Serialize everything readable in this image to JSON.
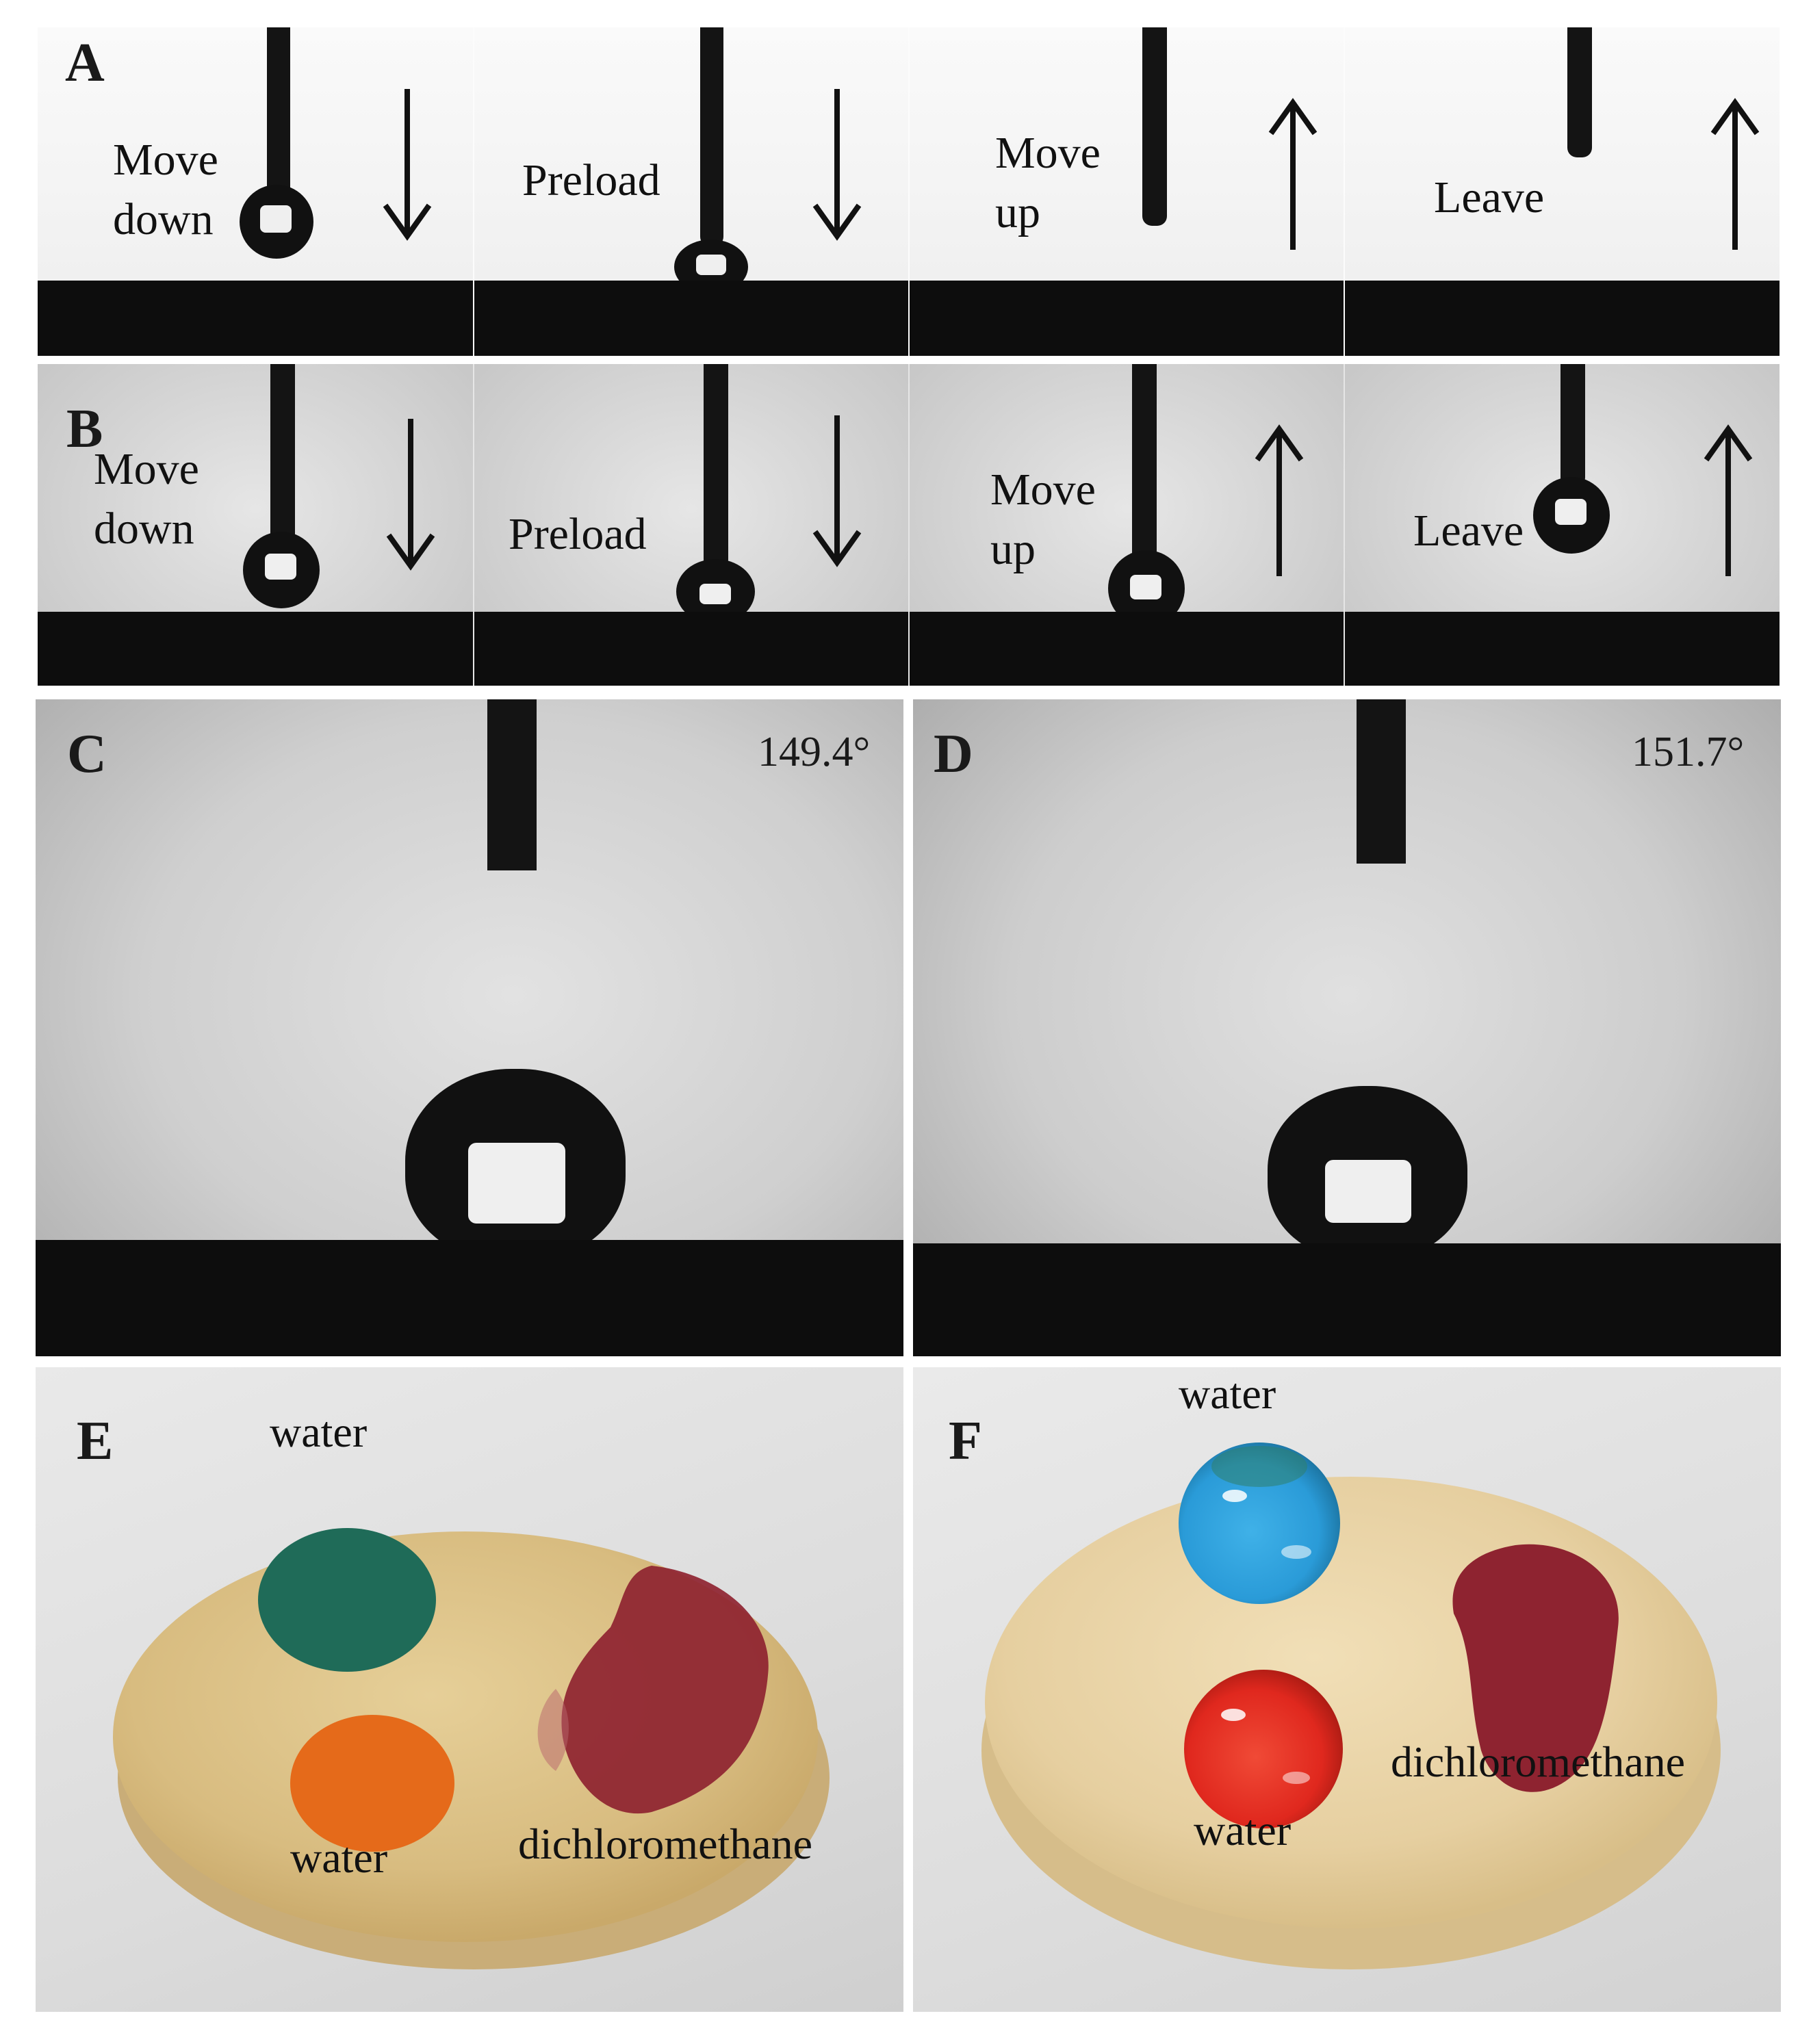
{
  "panels": {
    "A": {
      "letter": "A",
      "frames": [
        {
          "caption_line1": "Move",
          "caption_line2": "down",
          "arrow": "down"
        },
        {
          "caption_line1": "Preload",
          "caption_line2": "",
          "arrow": "down"
        },
        {
          "caption_line1": "Move",
          "caption_line2": "up",
          "arrow": "up"
        },
        {
          "caption_line1": "Leave",
          "caption_line2": "",
          "arrow": "up"
        }
      ]
    },
    "B": {
      "letter": "B",
      "frames": [
        {
          "caption_line1": "Move",
          "caption_line2": "down",
          "arrow": "down"
        },
        {
          "caption_line1": "Preload",
          "caption_line2": "",
          "arrow": "down"
        },
        {
          "caption_line1": "Move",
          "caption_line2": "up",
          "arrow": "up"
        },
        {
          "caption_line1": "Leave",
          "caption_line2": "",
          "arrow": "up"
        }
      ]
    },
    "C": {
      "letter": "C",
      "contact_angle": "149.4°"
    },
    "D": {
      "letter": "D",
      "contact_angle": "151.7°"
    },
    "E": {
      "letter": "E",
      "labels": {
        "water_top": "water",
        "water_bottom": "water",
        "dcm": "dichloromethane"
      }
    },
    "F": {
      "letter": "F",
      "labels": {
        "water_top": "water",
        "water_bottom": "water",
        "dcm": "dichloromethane"
      }
    }
  },
  "colors": {
    "background": "#ffffff",
    "ground": "#0d0d0d",
    "disc": "#dcc38f",
    "green_spot": "#1f6b58",
    "orange_spot": "#e56a1a",
    "red_stain": "#8e2330",
    "blue_drop": "#2a9bd8",
    "red_drop": "#e0281e"
  }
}
